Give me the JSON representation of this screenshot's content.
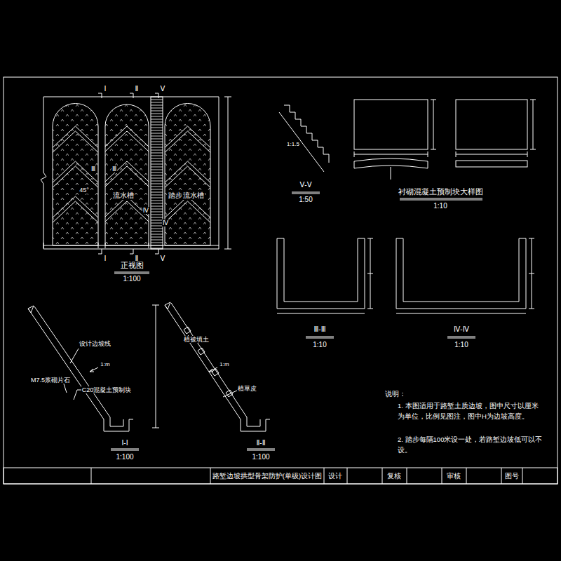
{
  "diagram": {
    "labels": [
      "Ⅰ",
      "Ⅱ",
      "Ⅴ",
      "Ⅰ",
      "Ⅱ",
      "Ⅴ",
      "Ⅲ",
      "Ⅲ",
      "Ⅳ",
      "Ⅳ",
      "45°",
      "流水槽",
      "踏步",
      "流水槽",
      "正视图",
      "1:100",
      "Ⅴ-Ⅴ",
      "1:50",
      "1:1.5",
      "衬砌混凝土预制块大样图",
      "1:10",
      "Ⅲ-Ⅲ",
      "1:10",
      "Ⅳ-Ⅳ",
      "1:10",
      "设计边坡线",
      "M7.5浆砌片石",
      "C20混凝土预制块",
      "Ⅰ-Ⅰ",
      "1:100",
      "植被填土",
      "植草皮",
      "Ⅱ-Ⅱ",
      "1:100",
      "说明：",
      "1. 本图适用于路堑土质边坡，图中尺寸以厘米为单位，比例见图注，图中H为边坡高度。",
      "2. 踏步每隔100米设一处，若路堑边坡低可以不设。",
      "路堑边坡拱型骨架防护(单级)设计图",
      "设计",
      "复核",
      "审核",
      "图号",
      "1:m",
      "1:m"
    ]
  }
}
